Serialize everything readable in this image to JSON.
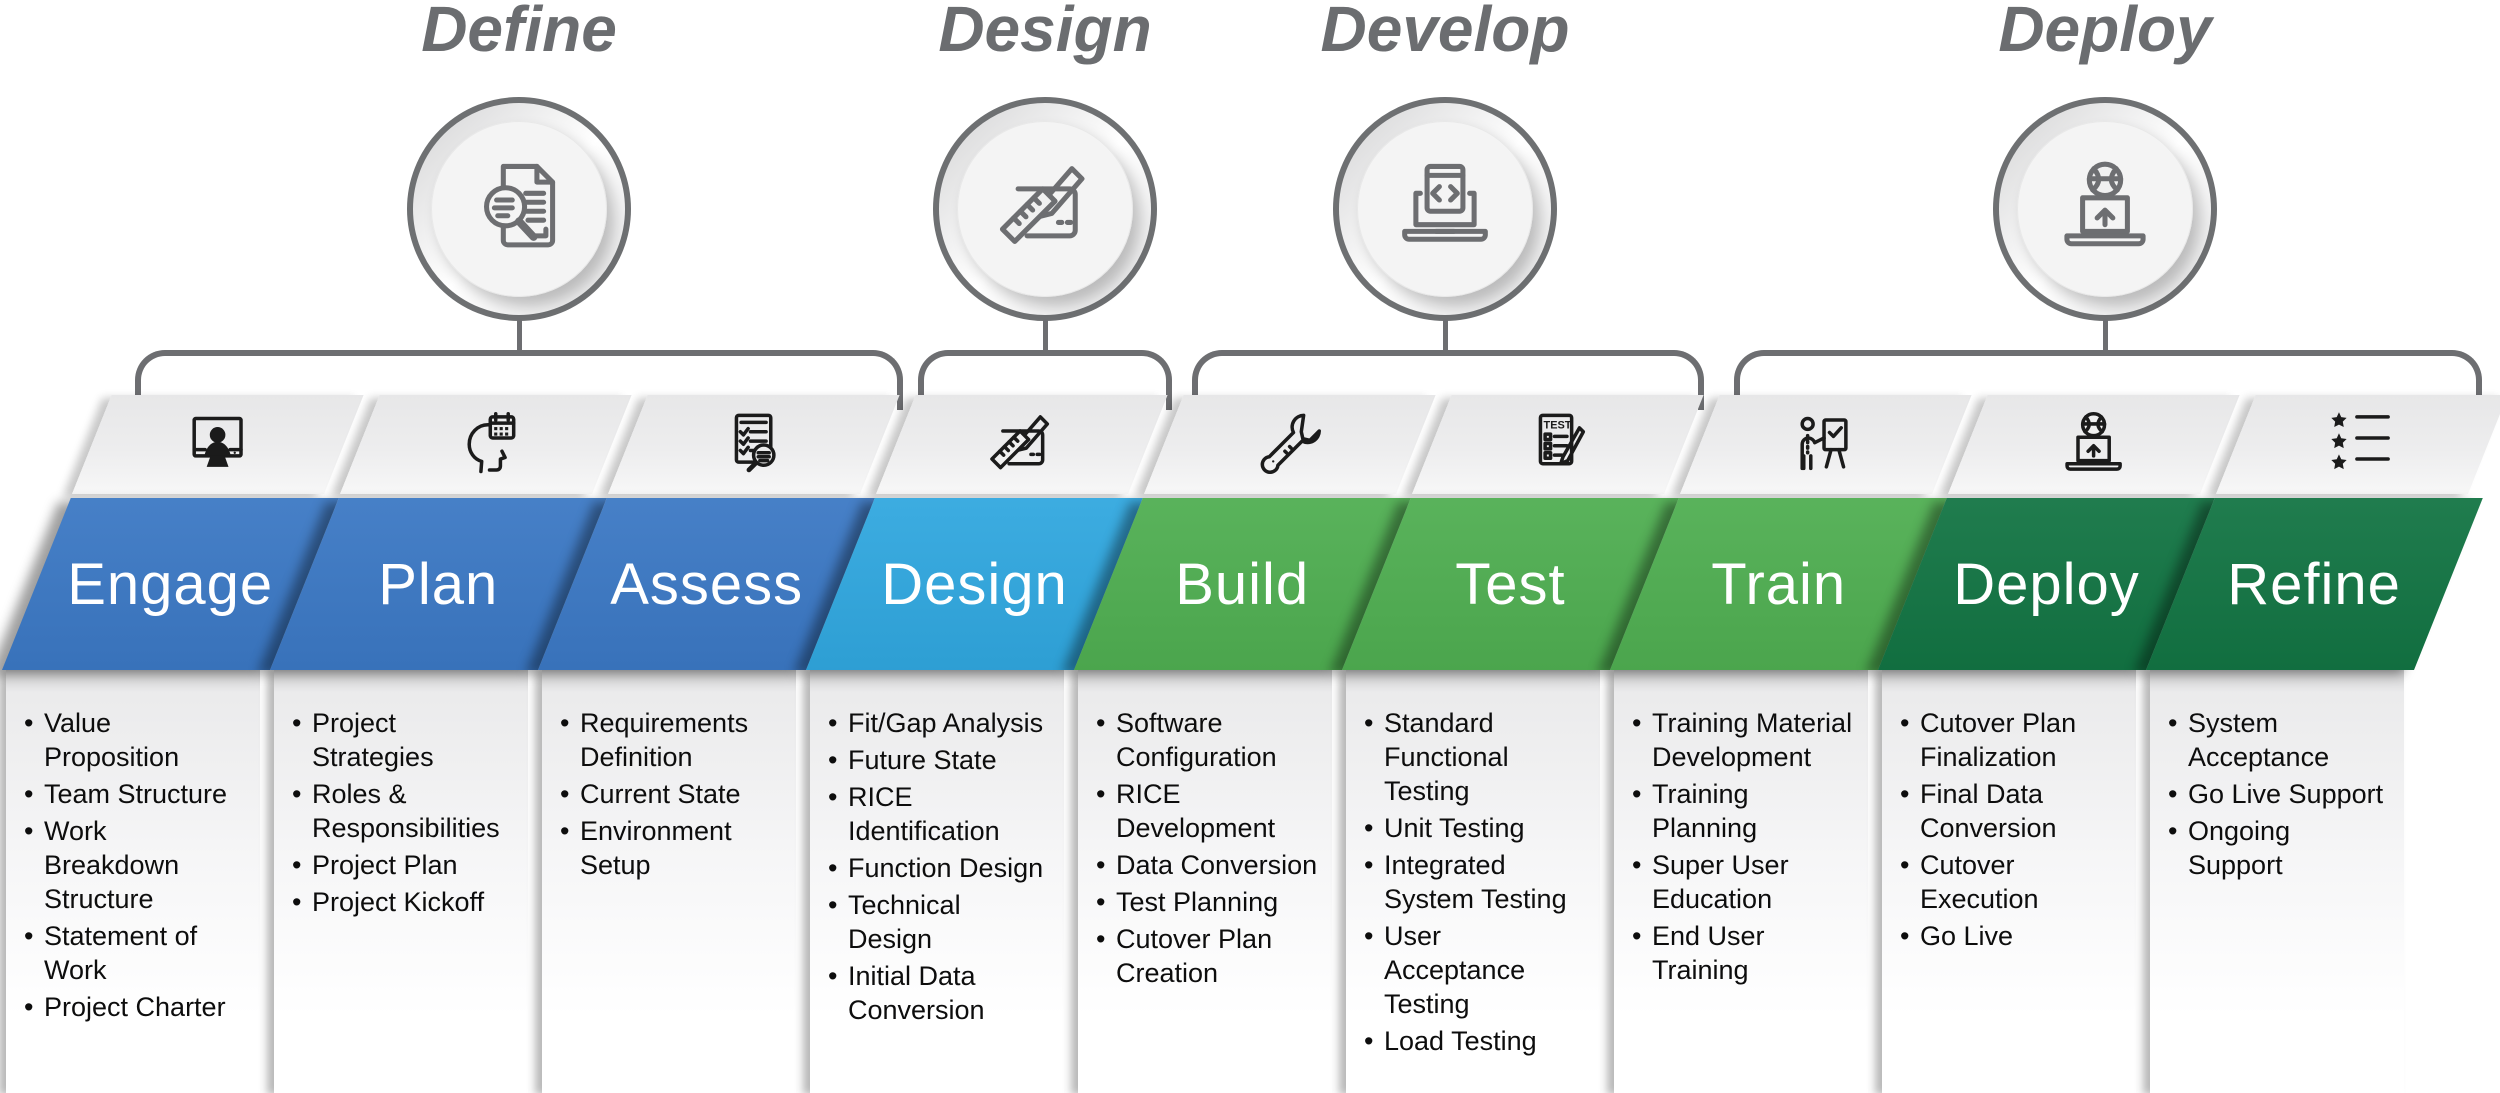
{
  "phases": [
    {
      "label": "Define",
      "icon": "document-magnifier-icon"
    },
    {
      "label": "Design",
      "icon": "design-sketch-icon"
    },
    {
      "label": "Develop",
      "icon": "laptop-code-icon"
    },
    {
      "label": "Deploy",
      "icon": "laptop-upload-globe-icon"
    }
  ],
  "stages": [
    {
      "label": "Engage",
      "color": "#3b78c4",
      "icon": "monitor-person-icon",
      "items": [
        "Value Proposition",
        "Team Structure",
        "Work Breakdown Structure",
        "Statement of Work",
        "Project Charter"
      ]
    },
    {
      "label": "Plan",
      "color": "#3b78c4",
      "icon": "head-calendar-icon",
      "items": [
        "Project Strategies",
        "Roles & Responsibilities",
        "Project Plan",
        "Project Kickoff"
      ]
    },
    {
      "label": "Assess",
      "color": "#3b78c4",
      "icon": "checklist-magnifier-icon",
      "items": [
        "Requirements Definition",
        "Current State",
        "Environment Setup"
      ]
    },
    {
      "label": "Design",
      "color": "#30a7df",
      "icon": "design-sketch-icon",
      "items": [
        "Fit/Gap Analysis",
        "Future State",
        "RICE Identification",
        "Function Design",
        "Technical Design",
        "Initial Data Conversion"
      ]
    },
    {
      "label": "Build",
      "color": "#4fae51",
      "icon": "wrench-icon",
      "items": [
        "Software Configuration",
        "RICE Development",
        "Data Conversion",
        "Test Planning",
        "Cutover Plan Creation"
      ]
    },
    {
      "label": "Test",
      "color": "#4fae51",
      "icon": "test-clipboard-icon",
      "icon_text": "TEST",
      "items": [
        "Standard Functional Testing",
        "Unit Testing",
        "Integrated System Testing",
        "User Acceptance Testing",
        "Load Testing"
      ]
    },
    {
      "label": "Train",
      "color": "#4fae51",
      "icon": "trainer-presentation-icon",
      "items": [
        "Training Material Development",
        "Training Planning",
        "Super User Education",
        "End User Training"
      ]
    },
    {
      "label": "Deploy",
      "color": "#127443",
      "icon": "laptop-upload-globe-icon",
      "items": [
        "Cutover Plan Finalization",
        "Final Data Conversion",
        "Cutover Execution",
        "Go Live"
      ]
    },
    {
      "label": "Refine",
      "color": "#127443",
      "icon": "star-list-icon",
      "items": [
        "System Acceptance",
        "Go Live Support",
        "Ongoing Support"
      ]
    }
  ],
  "colors": {
    "phase_gray": "#6b6d70",
    "bracket_gray": "#6d6e71",
    "blue": "#3b78c4",
    "light_blue": "#30a7df",
    "green": "#4fae51",
    "dark_green": "#127443"
  }
}
